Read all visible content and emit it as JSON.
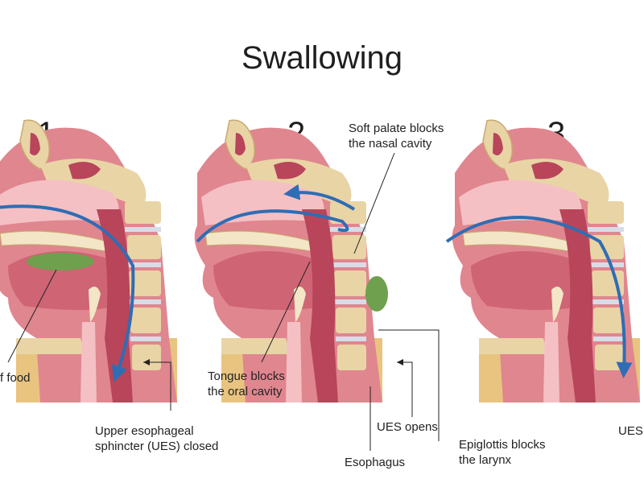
{
  "title": "Swallowing",
  "steps": [
    {
      "number": "1"
    },
    {
      "number": "2"
    },
    {
      "number": "3"
    }
  ],
  "labels": {
    "food": "f food",
    "ues_closed_line1": "Upper esophageal",
    "ues_closed_line2": "sphincter (UES) closed",
    "soft_palate_line1": "Soft palate blocks",
    "soft_palate_line2": "the nasal cavity",
    "tongue_line1": "Tongue blocks",
    "tongue_line2": "the oral cavity",
    "ues_opens": "UES opens",
    "esophagus": "Esophagus",
    "epiglottis_line1": "Epiglottis blocks",
    "epiglottis_line2": "the larynx",
    "ues_right": "UES"
  },
  "colors": {
    "tissue": "#e0868f",
    "tissue_dark": "#b8455a",
    "cavity": "#f4c0c4",
    "bone": "#e9d4a6",
    "bone_light": "#f2e6c6",
    "skin": "#e8c480",
    "food": "#6fa04e",
    "arrow": "#2f6db4",
    "spine_disc": "#d7dde6"
  }
}
